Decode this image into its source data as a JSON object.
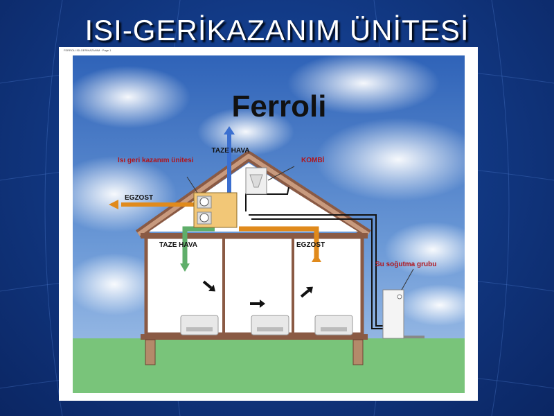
{
  "slide": {
    "title": "ISI-GERİKAZANIM ÜNİTESİ"
  },
  "document": {
    "header_text": "FERROLI ISI-GERİKAZANIM · Page 1"
  },
  "illustration": {
    "brand": "Ferroli",
    "labels": {
      "taze_hava_top": "TAZE HAVA",
      "heat_recovery_unit": "Isı geri kazanım ünitesi",
      "kombi": "KOMBİ",
      "egzost_left": "EGZOST",
      "taze_hava_room": "TAZE HAVA",
      "egzost_room": "EGZOST",
      "chiller": "Su soğutma grubu"
    },
    "colors": {
      "label_red": "#b0151c",
      "label_black": "#111111",
      "fresh_air_blue": "#3b6fd0",
      "exhaust_orange": "#e08a1c",
      "fresh_air_green": "#5fae6a",
      "wall_brown": "#8a5a44",
      "grass": "#79c47a"
    }
  }
}
